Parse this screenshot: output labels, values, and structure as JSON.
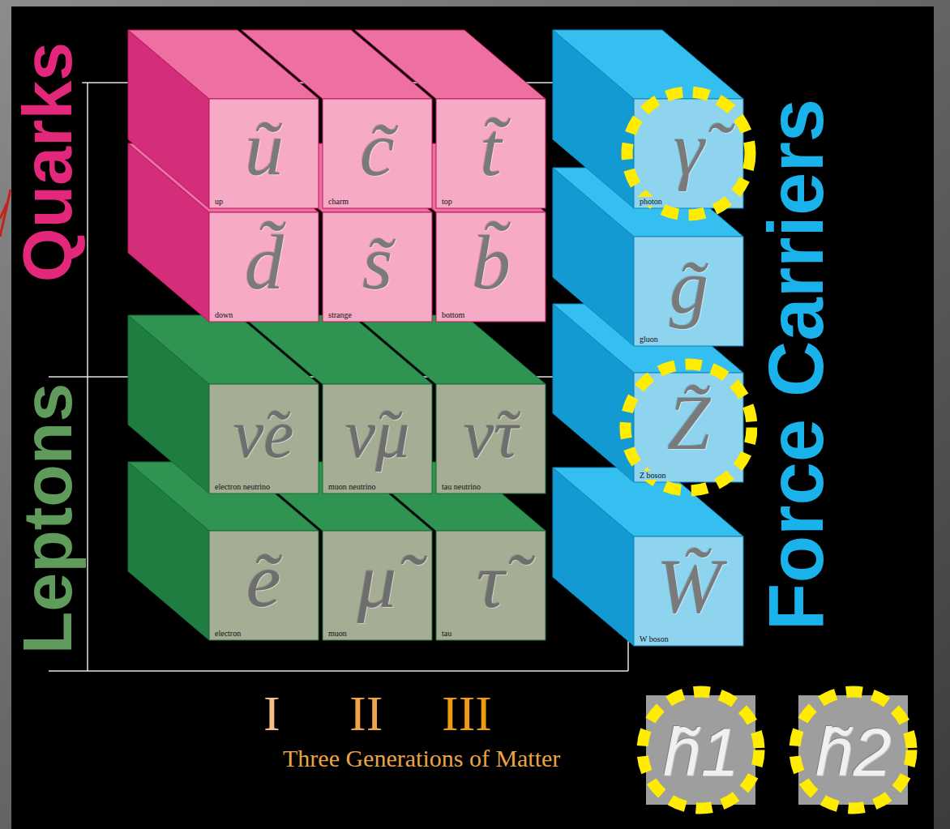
{
  "diagram": {
    "nodes": [
      {
        "text": [
          "ũ",
          "up"
        ]
      },
      {
        "text": [
          "c̃",
          "charm"
        ]
      },
      {
        "text": [
          "t̃",
          "top"
        ]
      },
      {
        "text": [
          "γ̃",
          "photon"
        ]
      },
      {
        "text": [
          "d̃",
          "down"
        ]
      },
      {
        "text": [
          "s̃",
          "strange"
        ]
      },
      {
        "text": [
          "b̃",
          "bottom"
        ]
      },
      {
        "text": [
          "g̃",
          "gluon"
        ]
      },
      {
        "text": [
          "ν̃e",
          "electron neutrino"
        ]
      },
      {
        "text": [
          "ν̃μ",
          "muon neutrino"
        ]
      },
      {
        "text": [
          "ν̃τ",
          "tau neutrino"
        ]
      },
      {
        "text": [
          "Z̃",
          "Z boson"
        ]
      },
      {
        "text": [
          "ẽ",
          "electron"
        ]
      },
      {
        "text": [
          "μ̃",
          "muon"
        ]
      },
      {
        "text": [
          "τ̃",
          "tau"
        ]
      },
      {
        "text": [
          "W̃",
          "W boson"
        ]
      },
      {
        "text": [
          "h̃1"
        ]
      },
      {
        "text": [
          "h̃2"
        ]
      }
    ],
    "labels": [
      "Quarks",
      "Leptons",
      "Force Carriers",
      "I",
      "II",
      "III",
      "Three Generations of Matter"
    ]
  }
}
